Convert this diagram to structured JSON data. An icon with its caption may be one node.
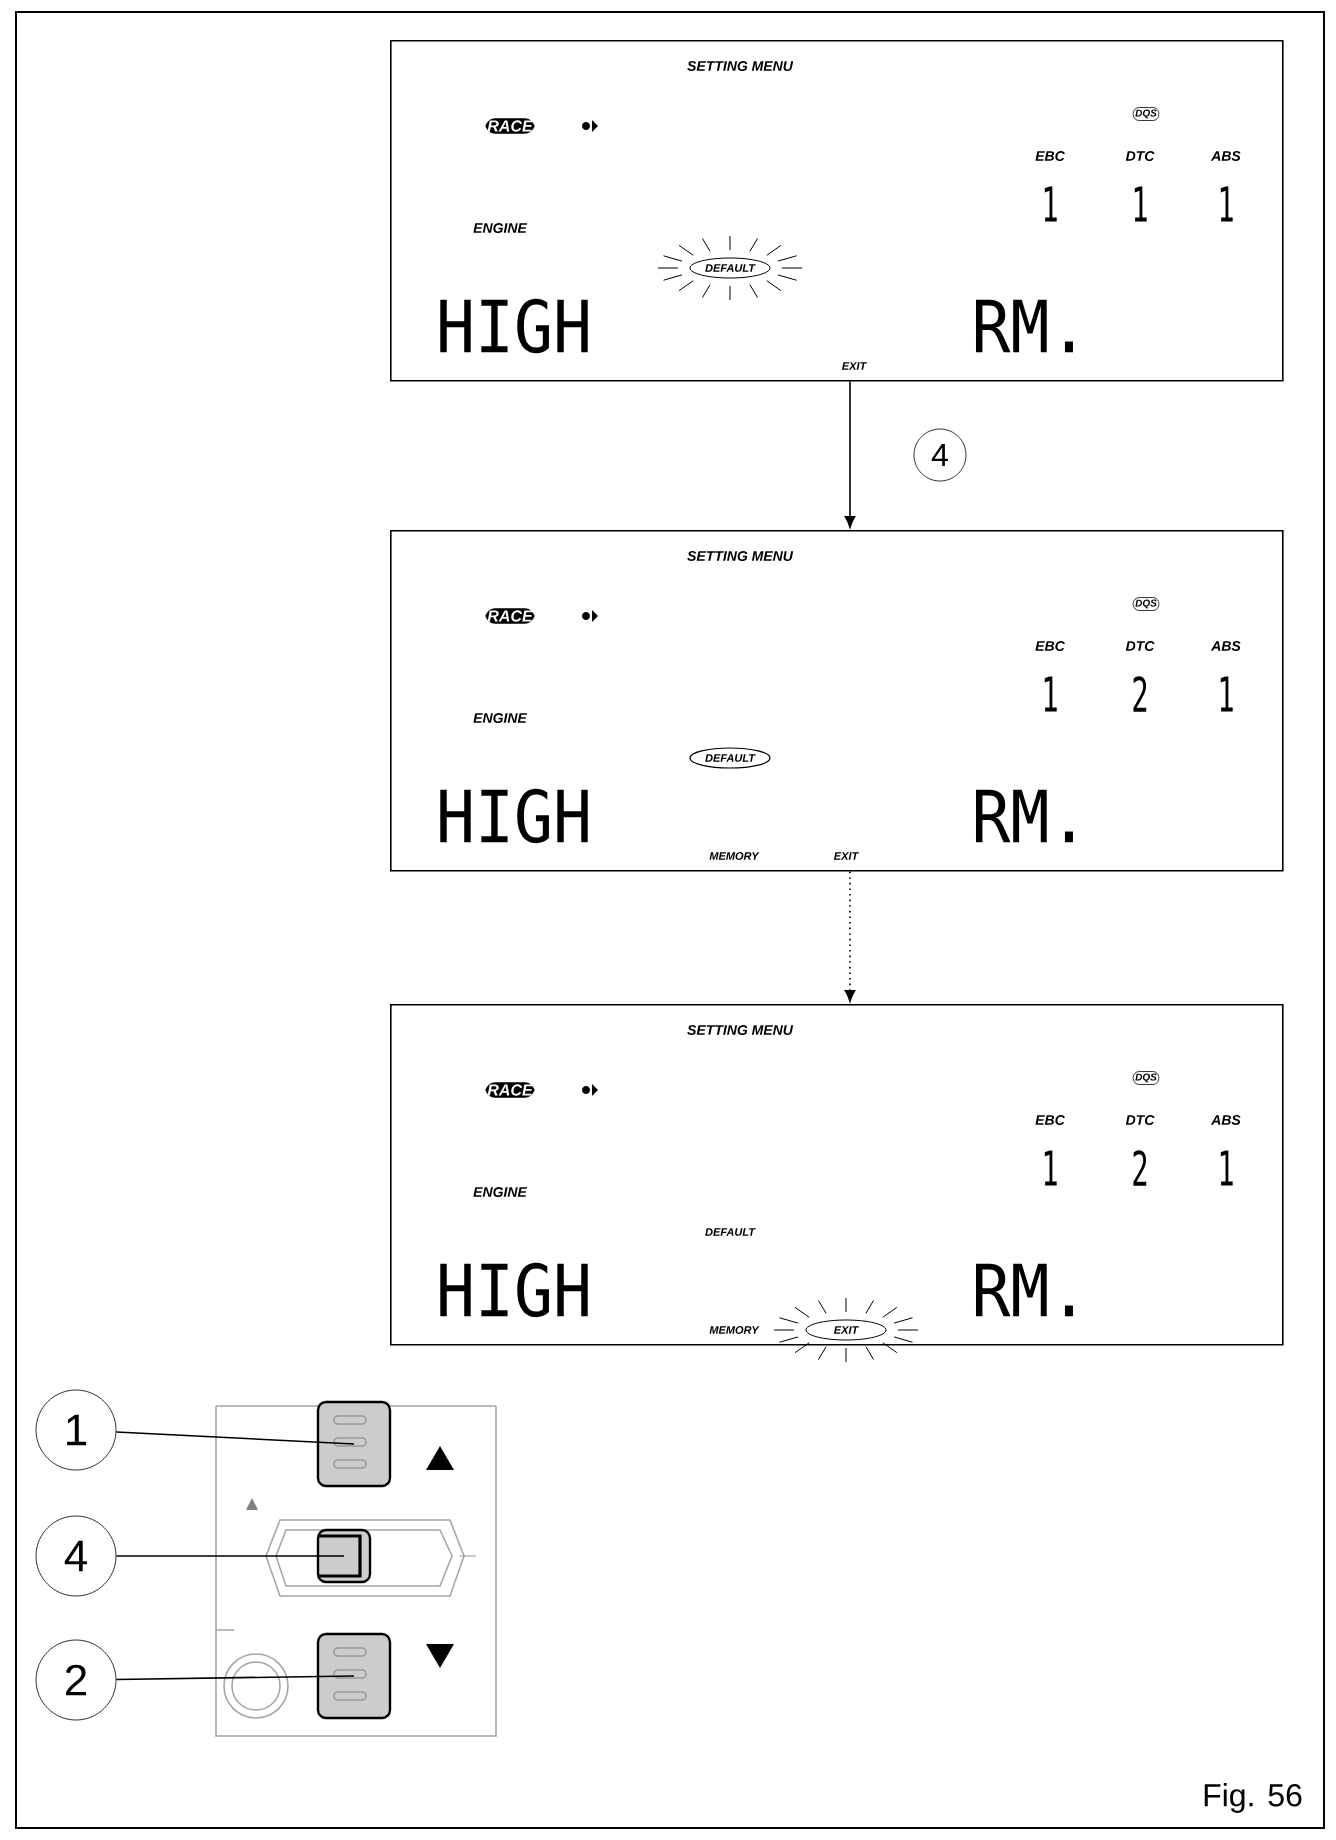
{
  "diagram": {
    "nodes": [
      {
        "text": [
          "SETTING MENU",
          "RACE",
          "DQS",
          "EBC",
          "DTC",
          "ABS",
          "1",
          "1",
          "1",
          "ENGINE",
          "DEFAULT",
          "HIGH",
          "RM.",
          "EXIT"
        ]
      },
      {
        "text": [
          "SETTING MENU",
          "RACE",
          "DQS",
          "EBC",
          "DTC",
          "ABS",
          "1",
          "2",
          "1",
          "ENGINE",
          "DEFAULT",
          "HIGH",
          "RM.",
          "MEMORY",
          "EXIT"
        ]
      },
      {
        "text": [
          "SETTING MENU",
          "RACE",
          "DQS",
          "EBC",
          "DTC",
          "ABS",
          "1",
          "2",
          "1",
          "ENGINE",
          "DEFAULT",
          "HIGH",
          "RM.",
          "MEMORY",
          "EXIT"
        ]
      },
      {
        "text": [
          "1"
        ]
      },
      {
        "text": [
          "4"
        ]
      },
      {
        "text": [
          "2"
        ]
      },
      {
        "text": [],
        "shape": "box"
      },
      {
        "text": [],
        "shape": "box"
      },
      {
        "text": [],
        "shape": "box"
      }
    ],
    "edges": [
      {
        "from": 0,
        "to": 1,
        "arrow": "to",
        "label": "4"
      },
      {
        "from": 1,
        "to": 2,
        "arrow": "to",
        "style": "dashed"
      },
      {
        "from": 3,
        "to": 6,
        "arrow": "none"
      },
      {
        "from": 4,
        "to": 7,
        "arrow": "none"
      },
      {
        "from": 5,
        "to": 8,
        "arrow": "none"
      }
    ],
    "labels": [
      "Fig. 56"
    ]
  }
}
